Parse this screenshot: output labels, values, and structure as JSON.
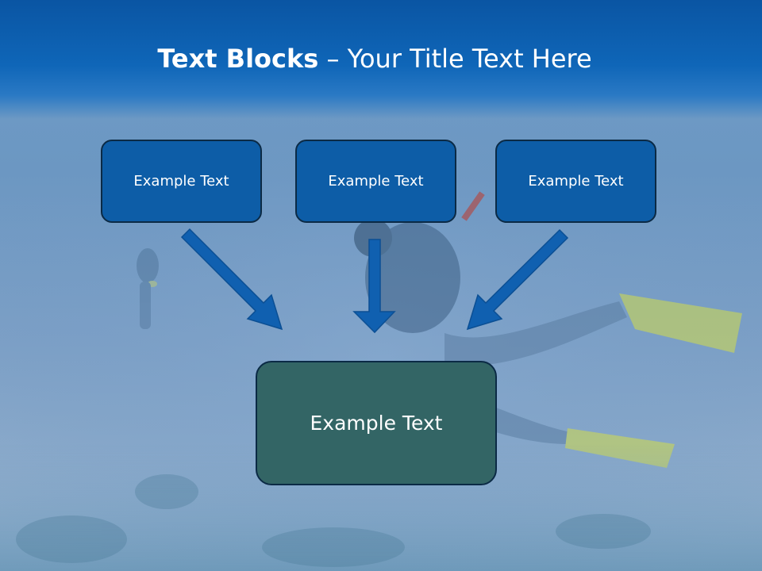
{
  "slide": {
    "title_bold": "Text Blocks",
    "title_dash": " – ",
    "title_rest": "Your Title Text Here"
  },
  "boxes": {
    "top_left": "Example Text",
    "top_middle": "Example Text",
    "top_right": "Example Text",
    "center": "Example Text"
  },
  "colors": {
    "title_bar": "#0f66b8",
    "small_box_fill": "#0d5da7",
    "center_box_fill": "#336565",
    "arrow": "#1060b0",
    "box_border": "#0b2a45"
  },
  "icons": {
    "arrow": "down-arrow-icon",
    "background": "scuba-diver-underwater-photo"
  }
}
